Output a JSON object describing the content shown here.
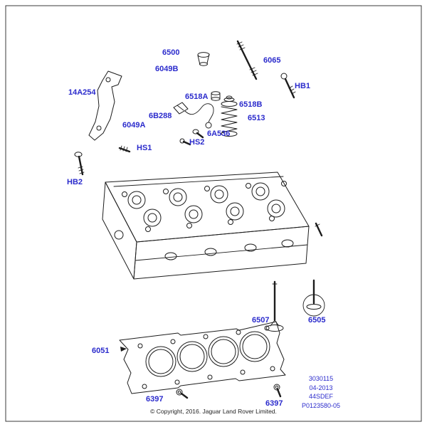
{
  "colors": {
    "label": "#2b2bcc",
    "line": "#1c1c1c"
  },
  "labels": {
    "p6500": "6500",
    "p6065": "6065",
    "hb1": "HB1",
    "p6049b": "6049B",
    "p14a254": "14A254",
    "p6518a": "6518A",
    "p6518b": "6518B",
    "p6b288": "6B288",
    "p6049a": "6049A",
    "p6513": "6513",
    "p6a536": "6A536",
    "hs2": "HS2",
    "hs1": "HS1",
    "hb2": "HB2",
    "p6507": "6507",
    "p6505": "6505",
    "p6051": "6051",
    "p6397_left": "6397",
    "p6397_right": "6397"
  },
  "plate": {
    "line1": "3030115",
    "line2": "04-2013",
    "line3": "44SDEF",
    "line4": "P0123580-05"
  },
  "copyright": "© Copyright, 2016. Jaguar Land Rover Limited."
}
